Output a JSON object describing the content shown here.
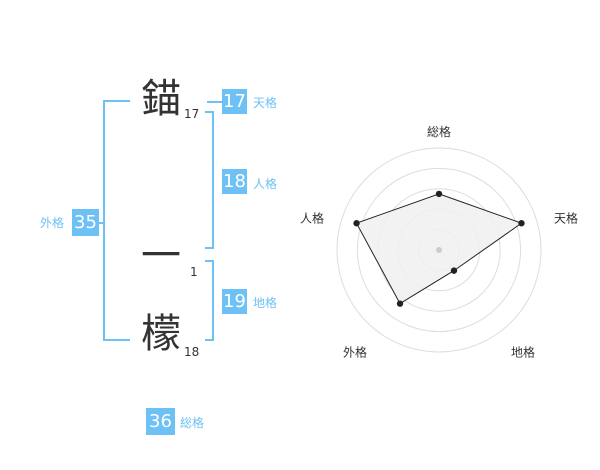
{
  "name": {
    "chars": [
      {
        "char": "錨",
        "strokes": "17"
      },
      {
        "char": "一",
        "strokes": "1"
      },
      {
        "char": "檬",
        "strokes": "18"
      }
    ]
  },
  "kakusu": {
    "tenkaku": {
      "value": "17",
      "label": "天格"
    },
    "jinkaku": {
      "value": "18",
      "label": "人格"
    },
    "chikaku": {
      "value": "19",
      "label": "地格"
    },
    "gaikaku": {
      "value": "35",
      "label": "外格"
    },
    "soukaku": {
      "value": "36",
      "label": "総格"
    }
  },
  "radar": {
    "axes": [
      "総格",
      "天格",
      "地格",
      "外格",
      "人格"
    ],
    "levels": [
      0.55,
      0.85,
      0.25,
      0.65,
      0.85
    ],
    "accent": "#6ec1f5",
    "fill": "#f0f0f0",
    "ring_color": "#dddddd",
    "line_color": "#222222"
  }
}
